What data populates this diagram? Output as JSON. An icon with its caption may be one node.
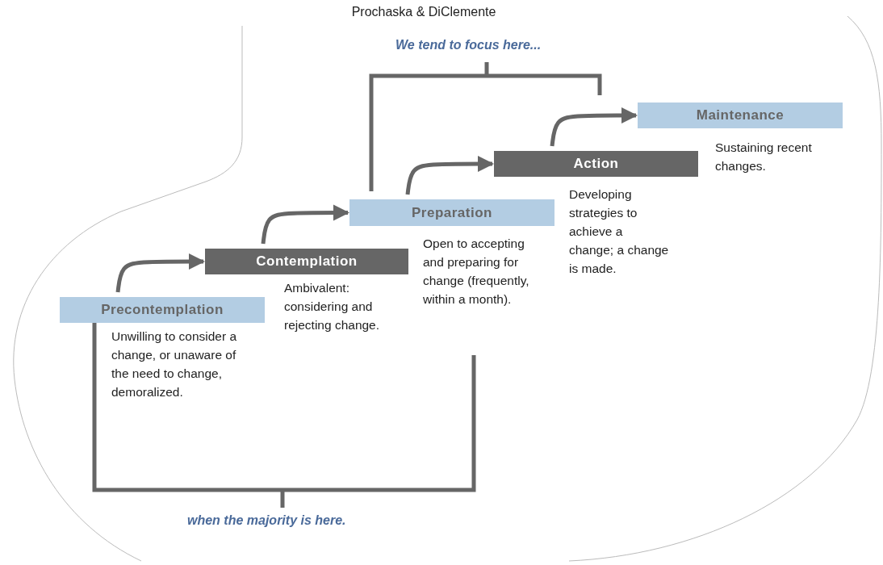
{
  "diagram": {
    "title": "Prochaska & DiClemente",
    "nodes": [
      {
        "text": [
          "Precontemplation"
        ],
        "beside": [
          "Unwilling to consider a change, or unaware of the need to change, demoralized."
        ]
      },
      {
        "text": [
          "Contemplation"
        ],
        "beside": [
          "Ambivalent: considering and rejecting change."
        ]
      },
      {
        "text": [
          "Preparation"
        ],
        "beside": [
          "Open to accepting and preparing for change (frequently, within a month)."
        ]
      },
      {
        "text": [
          "Action"
        ],
        "beside": [
          "Developing strategies to achieve a change; a change is made."
        ]
      },
      {
        "text": [
          "Maintenance"
        ],
        "beside": [
          "Sustaining recent changes."
        ]
      }
    ],
    "edges": [
      {
        "from": 0,
        "to": 1,
        "arrow": "to"
      },
      {
        "from": 1,
        "to": 2,
        "arrow": "to"
      },
      {
        "from": 2,
        "to": 3,
        "arrow": "to"
      },
      {
        "from": 3,
        "to": 4,
        "arrow": "to"
      }
    ],
    "labels": [
      "We tend to focus here...",
      "when the majority is here."
    ]
  }
}
